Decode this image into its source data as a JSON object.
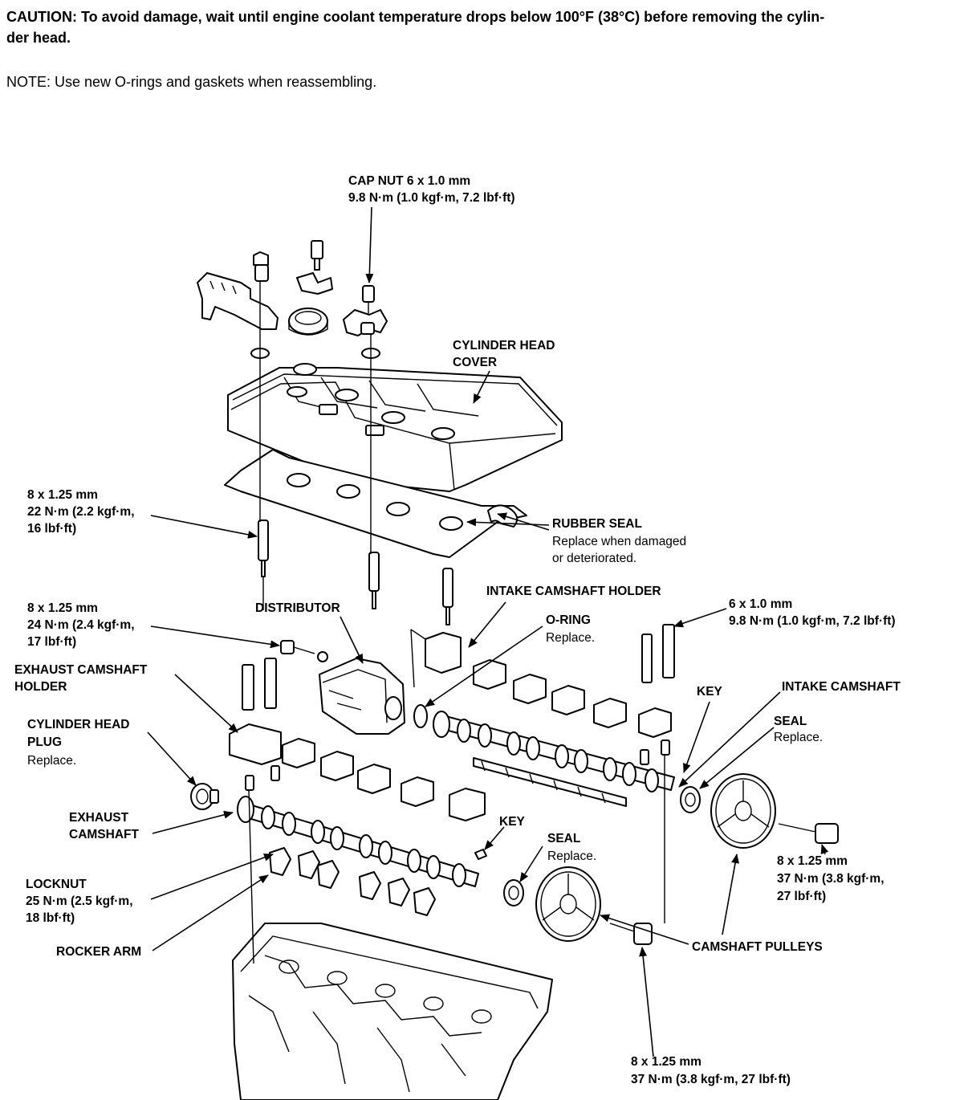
{
  "caution": {
    "line1": "CAUTION:  To avoid damage, wait until engine coolant temperature drops below 100°F (38°C) before removing the cylin-",
    "line2": "der head."
  },
  "note": "NOTE:  Use new O-rings and gaskets when reassembling.",
  "labels": {
    "cap_nut": [
      "CAP NUT 6 x 1.0 mm",
      "9.8 N·m (1.0 kgf·m, 7.2 lbf·ft)"
    ],
    "cylinder_head_cover": [
      "CYLINDER HEAD",
      "COVER"
    ],
    "spark_plug_bolt": [
      "8 x 1.25 mm",
      "22 N·m (2.2 kgf·m,",
      "16 lbf·ft)"
    ],
    "rubber_seal": {
      "title": "RUBBER SEAL",
      "note": [
        "Replace when damaged",
        "or deteriorated."
      ]
    },
    "distributor_bolt": [
      "8 x 1.25 mm",
      "24 N·m (2.4 kgf·m,",
      "17 lbf·ft)"
    ],
    "distributor": "DISTRIBUTOR",
    "intake_camshaft_holder": "INTAKE CAMSHAFT HOLDER",
    "holder_bolt": [
      "6 x 1.0 mm",
      "9.8 N·m (1.0 kgf·m, 7.2 lbf·ft)"
    ],
    "o_ring": {
      "title": "O-RING",
      "note": "Replace."
    },
    "exhaust_camshaft_holder": [
      "EXHAUST CAMSHAFT",
      "HOLDER"
    ],
    "key_upper": "KEY",
    "intake_camshaft": "INTAKE CAMSHAFT",
    "seal_upper": {
      "title": "SEAL",
      "note": "Replace."
    },
    "cylinder_head_plug": {
      "title": [
        "CYLINDER HEAD",
        "PLUG"
      ],
      "note": "Replace."
    },
    "exhaust_camshaft": [
      "EXHAUST",
      "CAMSHAFT"
    ],
    "key_lower": "KEY",
    "seal_lower": {
      "title": "SEAL",
      "note": "Replace."
    },
    "pulley_bolt_right": [
      "8 x 1.25 mm",
      "37 N·m (3.8 kgf·m,",
      "27 lbf·ft)"
    ],
    "locknut": [
      "LOCKNUT",
      "25 N·m (2.5 kgf·m,",
      "18 lbf·ft)"
    ],
    "rocker_arm": "ROCKER ARM",
    "camshaft_pulleys": "CAMSHAFT PULLEYS",
    "pulley_bolt_bottom": [
      "8 x 1.25 mm",
      "37 N·m (3.8 kgf·m, 27 lbf·ft)"
    ]
  }
}
